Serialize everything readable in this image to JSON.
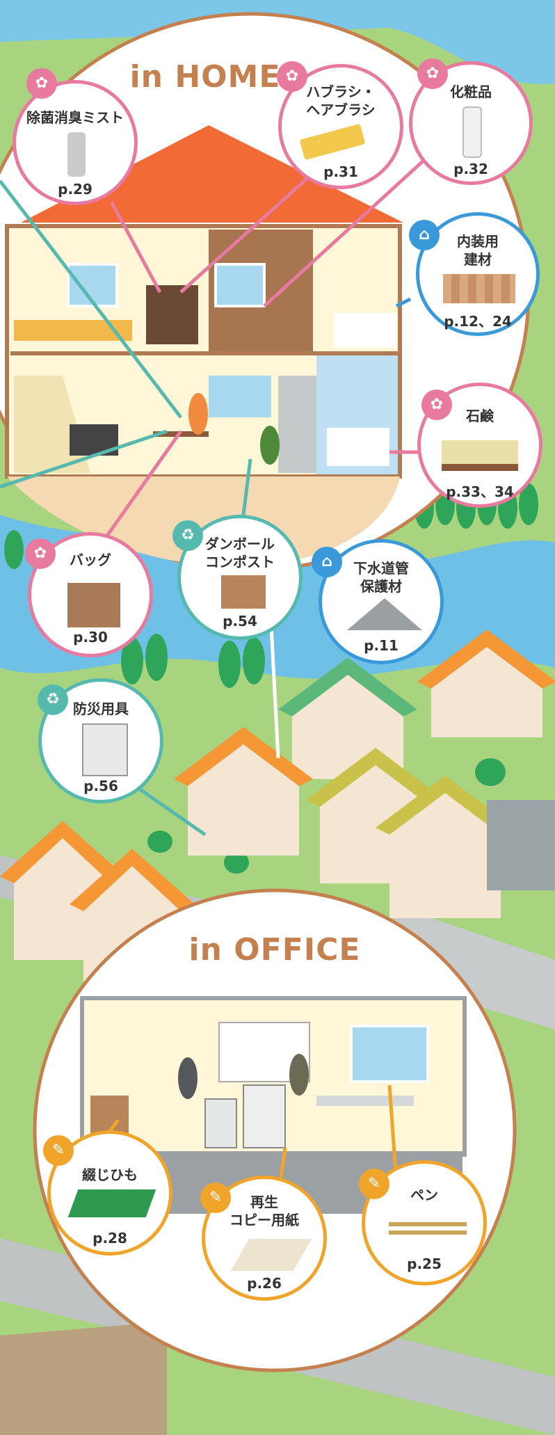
{
  "home": {
    "title": "in HOME",
    "items": [
      {
        "label": "除菌消臭ミスト",
        "page": "p.29",
        "icon": "spray-icon"
      },
      {
        "label": "ハブラシ・\nヘアブラシ",
        "page": "p.31",
        "icon": "spray-icon"
      },
      {
        "label": "化粧品",
        "page": "p.32",
        "icon": "spray-icon"
      },
      {
        "label": "内装用\n建材",
        "page": "p.12、24",
        "icon": "house-icon"
      },
      {
        "label": "石鹸",
        "page": "p.33、34",
        "icon": "spray-icon"
      },
      {
        "label": "バッグ",
        "page": "p.30",
        "icon": "spray-icon"
      },
      {
        "label": "ダンボール\nコンポスト",
        "page": "p.54",
        "icon": "recycle-icon"
      },
      {
        "label": "下水道管\n保護材",
        "page": "p.11",
        "icon": "house-icon"
      }
    ]
  },
  "town": {
    "items": [
      {
        "label": "防災用具",
        "page": "p.56",
        "icon": "recycle-icon"
      }
    ]
  },
  "office": {
    "title": "in OFFICE",
    "items": [
      {
        "label": "綴じひも",
        "page": "p.28",
        "icon": "document-icon"
      },
      {
        "label": "再生\nコピー用紙",
        "page": "p.26",
        "icon": "document-icon"
      },
      {
        "label": "ペン",
        "page": "p.25",
        "icon": "document-icon"
      }
    ]
  },
  "colors": {
    "home_accent": "#e8799f",
    "building_accent": "#3a9ad9",
    "recycle_accent": "#55b9ad",
    "office_accent": "#f0a52a",
    "title": "#c4804e"
  }
}
